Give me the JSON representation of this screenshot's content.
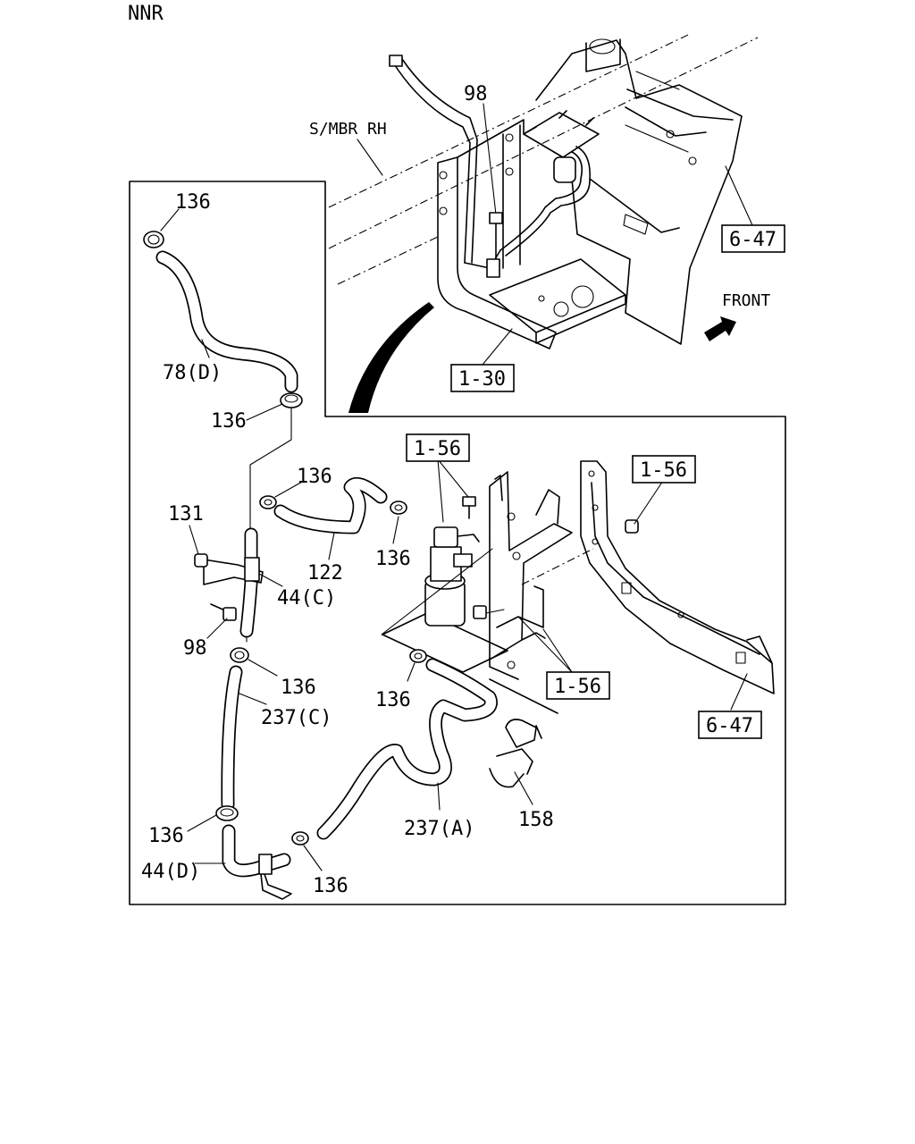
{
  "header": {
    "model_code": "NNR"
  },
  "overview": {
    "member_label": "S/MBR RH",
    "front_label": "FRONT",
    "part_number": "98",
    "ref_frame": "1-30",
    "ref_cab": "6-47"
  },
  "refs": {
    "bracket_top": "1-56",
    "bracket_right": "1-56",
    "bracket_lower": "1-56",
    "frame_lower": "6-47"
  },
  "callouts": {
    "clamp_top": "136",
    "hose_78d": "78(D)",
    "clamp_after_78d": "136",
    "clamp_122_left": "136",
    "hose_122": "122",
    "clamp_122_right": "136",
    "nut_131": "131",
    "pipe_44c": "44(C)",
    "bolt_98": "98",
    "clamp_237c_top": "136",
    "hose_237c": "237(C)",
    "clamp_237a_top": "136",
    "hose_237a": "237(A)",
    "clamp_44d": "136",
    "pipe_44d": "44(D)",
    "clamp_237a_bottom": "136",
    "clip_158": "158"
  }
}
